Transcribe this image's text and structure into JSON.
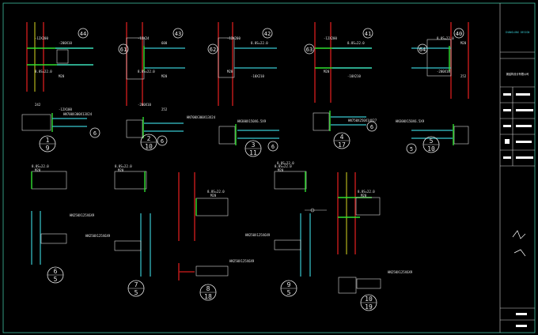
{
  "drawing": {
    "top_joints": [
      {
        "tag": "44",
        "dims": [
          "-12X200",
          "-200X10",
          "8.8S=22.0",
          "M20",
          "242",
          "-12X100"
        ]
      },
      {
        "tag": "43",
        "side_tag": "61",
        "dims": [
          "-12X24",
          "600",
          "8.8S=22.0",
          "M20",
          "-200X10",
          "252"
        ]
      },
      {
        "tag": "42",
        "side_tag": "62",
        "dims": [
          "-12X200",
          "8.8S=22.0",
          "M20",
          "-10X210"
        ]
      },
      {
        "tag": "41",
        "side_tag": "63",
        "dims": [
          "-12X200",
          "8.8S=22.0",
          "M20",
          "-10X210"
        ]
      },
      {
        "tag": "40",
        "side_tag": "64",
        "dims": [
          "8.8S=22.0",
          "M20",
          "-200X10",
          "252"
        ]
      }
    ],
    "beam_details": [
      {
        "num": "1",
        "sheet": "9",
        "member": "HN700X300X13X24",
        "ref": "6"
      },
      {
        "num": "2",
        "sheet": "10",
        "member": "HN700X300X13X24",
        "ref": "6"
      },
      {
        "num": "3",
        "sheet": "11",
        "member": "HN300X150X6.5X9",
        "ref": "6"
      },
      {
        "num": "4",
        "sheet": "17",
        "member": "HN750X250X14X27",
        "ref": "6"
      },
      {
        "num": "5",
        "sheet": "10",
        "member": "HN300X150X6.5X9",
        "ref": "5"
      }
    ],
    "lower_details": [
      {
        "num": "6",
        "sheet": "5",
        "member": "HN250X125X6X9",
        "bolt": "8.8S=22.0",
        "m": "M20"
      },
      {
        "num": "7",
        "sheet": "5",
        "member": "HN250X125X6X9",
        "bolt": "8.8S=22.0",
        "m": "M20"
      },
      {
        "num": "8",
        "sheet": "18",
        "member": "HN250X125X6X9",
        "bolt": "8.8S=22.0",
        "m": "M20"
      },
      {
        "num": "9",
        "sheet": "5",
        "member": "HN250X125X6X9",
        "bolt": "8.8S=22.0",
        "m": "M20"
      },
      {
        "num": "10",
        "sheet": "19",
        "member": "HN250X125X6X9",
        "bolt": "8.8S=22.0",
        "m": "M20"
      }
    ],
    "note": "8.8S=22.0"
  },
  "title_block": {
    "stamp": "CHANGLONG DESIGN",
    "company": "钢结构设计有限公司"
  },
  "colors": {
    "background": "#000000",
    "column": "#b01818",
    "beam": "#38c8d0",
    "plate": "#30e030",
    "frame": "#3fbfa0"
  }
}
